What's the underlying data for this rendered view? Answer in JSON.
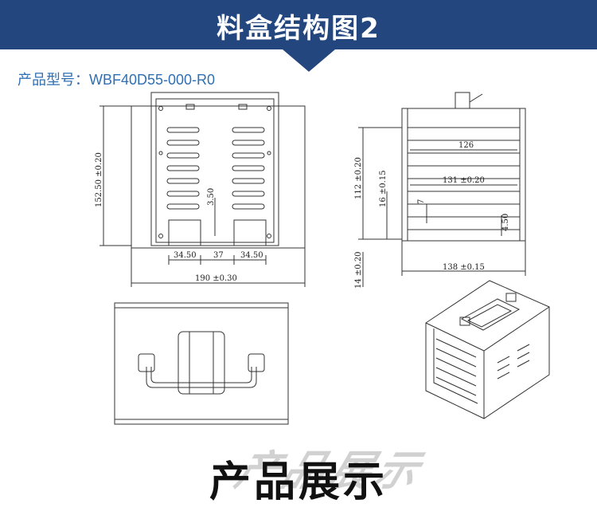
{
  "header": {
    "title": "料盒结构图2"
  },
  "model": {
    "label": "产品型号：",
    "value": "WBF40D55-000-R0"
  },
  "front_view": {
    "dim_height": "152.50 ±0.20",
    "dim_width": "190 ±0.30",
    "dim_slot": "3.50",
    "dim_a": "34.50",
    "dim_b": "37",
    "dim_c": "34.50"
  },
  "side_view": {
    "dim_inner": "126",
    "dim_inner2": "131 ±0.20",
    "dim_bottom": "138 ±0.15",
    "dim_height": "112 ±0.20",
    "dim_16": "16 ±0.15",
    "dim_7": "7",
    "dim_450": "4.50",
    "dim_14": "14 ±0.20"
  },
  "footer": {
    "title": "产品展示",
    "shadow": "产品展示"
  },
  "colors": {
    "banner": "#23467f",
    "model_text": "#2f6fb3"
  }
}
